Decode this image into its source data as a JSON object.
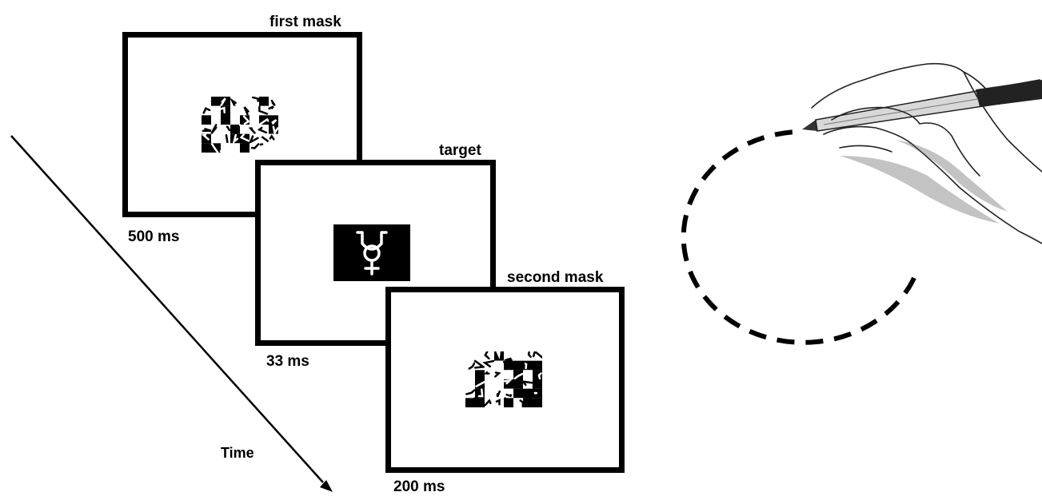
{
  "labels": {
    "first": "first mask",
    "target": "target",
    "second": "second mask",
    "d1": "500 ms",
    "d2": "33 ms",
    "d3": "200 ms",
    "time": "Time"
  },
  "icons": {
    "target_symbol": "alchemical-glyph-icon",
    "time_arrow": "diagonal-arrow-icon",
    "mask_pattern": "random-mask-pattern",
    "drawing": "hand-drawing-dashed-circle"
  },
  "colors": {
    "ink": "#000000",
    "paper": "#ffffff"
  }
}
